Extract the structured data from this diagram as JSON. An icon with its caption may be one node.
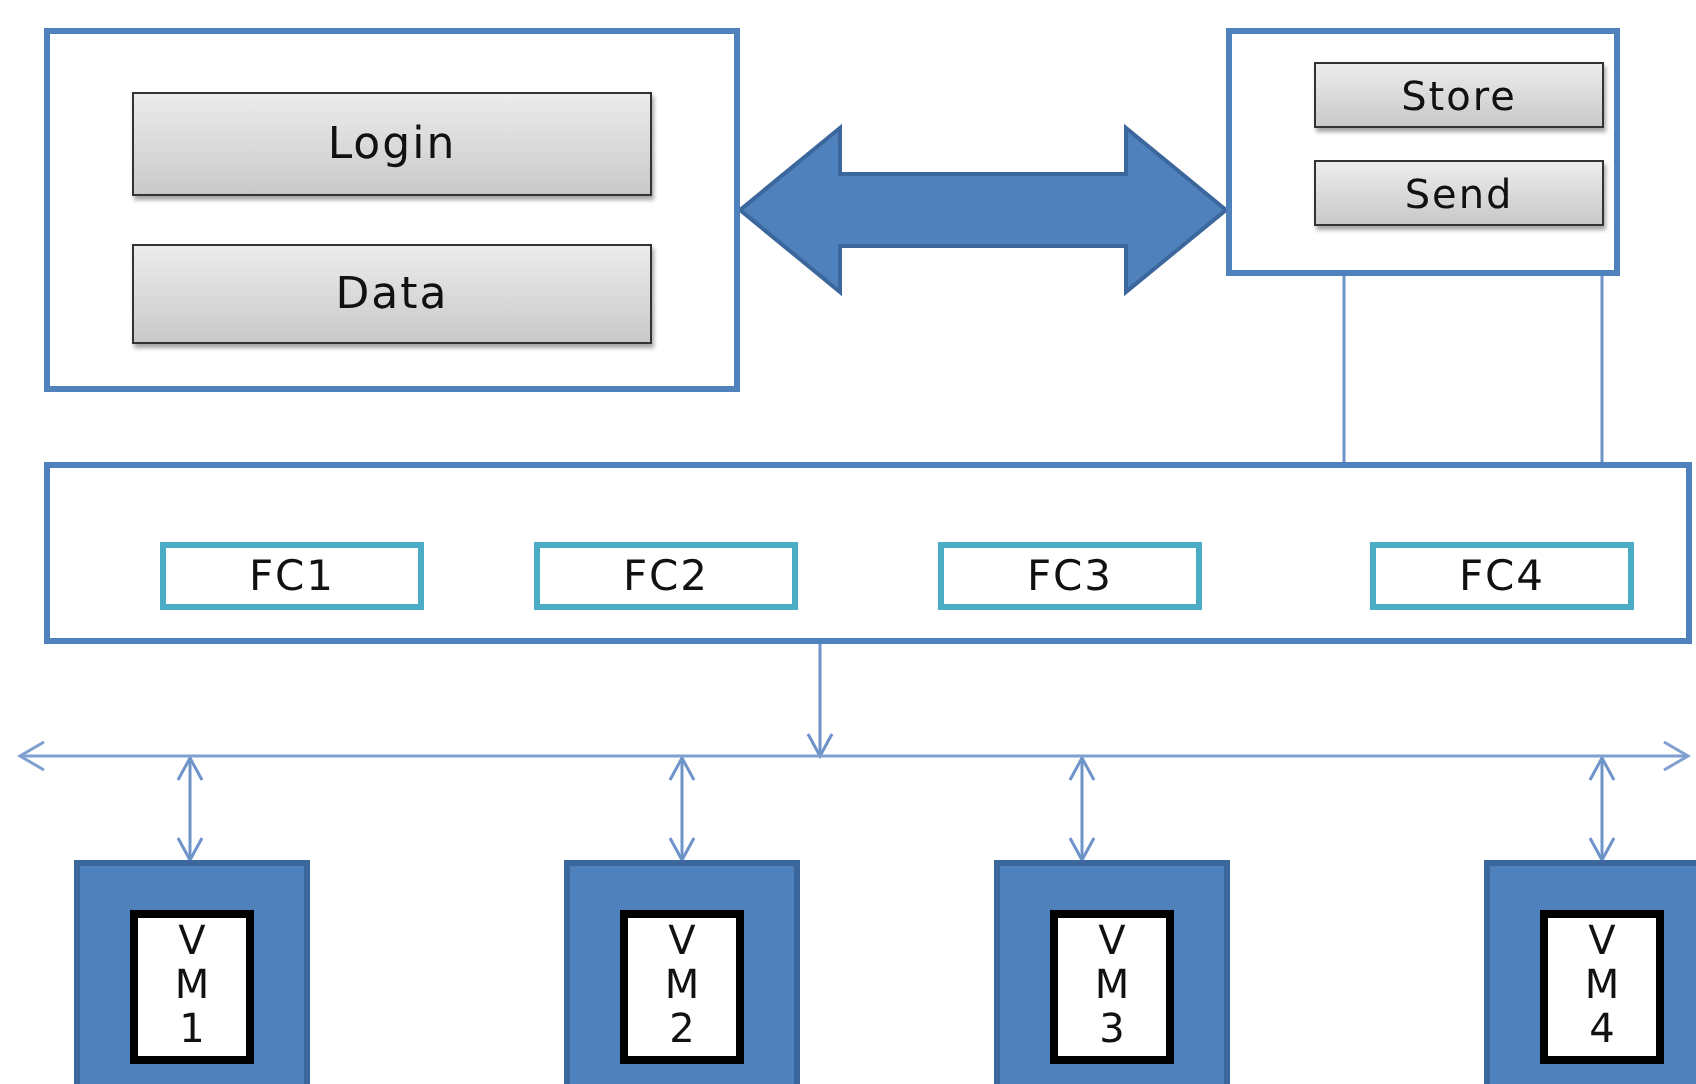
{
  "diagram": {
    "nodes": [
      {
        "text": [],
        "shape": "box"
      },
      {
        "text": [
          "Login"
        ],
        "in": 0
      },
      {
        "text": [
          "Data"
        ],
        "in": 0
      },
      {
        "text": [],
        "shape": "box"
      },
      {
        "text": [
          "Store"
        ],
        "in": 3
      },
      {
        "text": [
          "Send"
        ],
        "in": 3
      },
      {
        "text": [],
        "shape": "box"
      },
      {
        "text": [
          "FC1"
        ],
        "in": 6
      },
      {
        "text": [
          "FC2"
        ],
        "in": 6
      },
      {
        "text": [
          "FC3"
        ],
        "in": 6
      },
      {
        "text": [
          "FC4"
        ],
        "in": 6
      },
      {
        "text": [],
        "shape": "bar"
      },
      {
        "text": [],
        "shape": "box"
      },
      {
        "text": [],
        "shape": "box"
      },
      {
        "text": [],
        "shape": "box"
      },
      {
        "text": [],
        "shape": "box"
      },
      {
        "text": [
          "VM1"
        ],
        "in": 12
      },
      {
        "text": [
          "VM2"
        ],
        "in": 13
      },
      {
        "text": [
          "VM3"
        ],
        "in": 14
      },
      {
        "text": [
          "VM4"
        ],
        "in": 15
      }
    ],
    "edges": [
      {
        "from": 0,
        "to": 3,
        "arrow": "both",
        "style": "thick"
      },
      {
        "from": 3,
        "to": 6,
        "arrow": "none"
      },
      {
        "from": 3,
        "to": 6,
        "arrow": "none"
      },
      {
        "from": 6,
        "to": 11,
        "arrow": "to"
      },
      {
        "from": 11,
        "to": 12,
        "arrow": "both"
      },
      {
        "from": 11,
        "to": 13,
        "arrow": "both"
      },
      {
        "from": 11,
        "to": 14,
        "arrow": "both"
      },
      {
        "from": 11,
        "to": 15,
        "arrow": "both"
      }
    ]
  }
}
